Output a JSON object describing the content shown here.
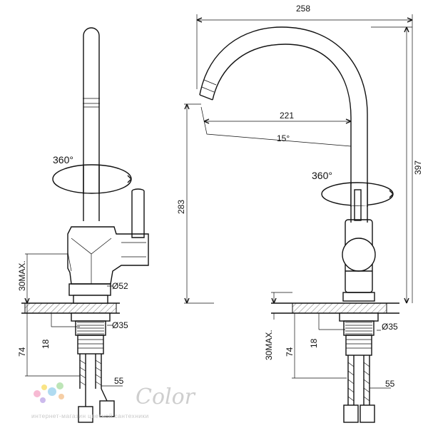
{
  "dimensions": {
    "total_width": "258",
    "spout_reach": "221",
    "swivel_angle_spout_left": "360°",
    "swivel_angle_spout_right": "360°",
    "tilt_angle": "15°",
    "total_height": "397",
    "spout_height": "283",
    "body_diameter": "Ø52",
    "shank_diameter_left": "Ø35",
    "shank_diameter_right": "Ø35",
    "counter_max_left": "30MAX.",
    "counter_max_right": "30MAX.",
    "shank_length_left": "74",
    "shank_length_right": "74",
    "thread_length_left": "18",
    "thread_length_right": "18",
    "hose_offset_left": "55",
    "hose_offset_right": "55"
  },
  "watermark": {
    "brand": "Color",
    "tagline": "интернет-магазин цветной сантехники",
    "dot_colors": [
      "#f7b3cf",
      "#f9e27a",
      "#a8d8f0",
      "#c7b3ea",
      "#b6e3b0",
      "#f6c99c"
    ]
  }
}
